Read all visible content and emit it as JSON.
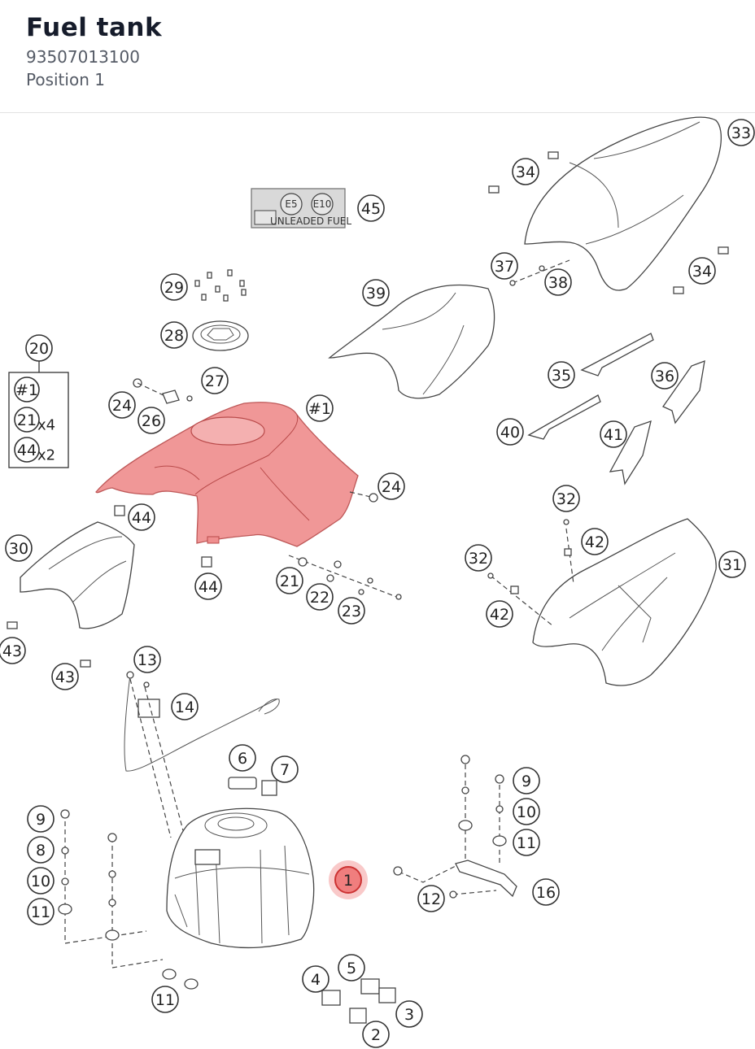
{
  "header": {
    "title": "Fuel tank",
    "part_number": "93507013100",
    "position": "Position 1"
  },
  "label": {
    "e5": "E5",
    "e10": "E10",
    "text": "UNLEADED FUEL"
  },
  "kit": {
    "number": "20",
    "items": [
      {
        "ref": "#1",
        "qty": ""
      },
      {
        "ref": "21",
        "qty": "x4"
      },
      {
        "ref": "44",
        "qty": "x2"
      }
    ]
  },
  "callouts": [
    {
      "id": "c33",
      "text": "33"
    },
    {
      "id": "c34a",
      "text": "34"
    },
    {
      "id": "c45",
      "text": "45"
    },
    {
      "id": "c37",
      "text": "37"
    },
    {
      "id": "c38",
      "text": "38"
    },
    {
      "id": "c34b",
      "text": "34"
    },
    {
      "id": "c29",
      "text": "29"
    },
    {
      "id": "c39",
      "text": "39"
    },
    {
      "id": "c28",
      "text": "28"
    },
    {
      "id": "c35",
      "text": "35"
    },
    {
      "id": "c36",
      "text": "36"
    },
    {
      "id": "c27",
      "text": "27"
    },
    {
      "id": "c24a",
      "text": "24"
    },
    {
      "id": "c26",
      "text": "26"
    },
    {
      "id": "c1a",
      "text": "#1"
    },
    {
      "id": "c40",
      "text": "40"
    },
    {
      "id": "c41",
      "text": "41"
    },
    {
      "id": "c24b",
      "text": "24"
    },
    {
      "id": "c44a",
      "text": "44"
    },
    {
      "id": "c32a",
      "text": "32"
    },
    {
      "id": "c42a",
      "text": "42"
    },
    {
      "id": "c30",
      "text": "30"
    },
    {
      "id": "c32b",
      "text": "32"
    },
    {
      "id": "c31",
      "text": "31"
    },
    {
      "id": "c44b",
      "text": "44"
    },
    {
      "id": "c21",
      "text": "21"
    },
    {
      "id": "c22",
      "text": "22"
    },
    {
      "id": "c23",
      "text": "23"
    },
    {
      "id": "c42b",
      "text": "42"
    },
    {
      "id": "c43a",
      "text": "43"
    },
    {
      "id": "c43b",
      "text": "43"
    },
    {
      "id": "c13",
      "text": "13"
    },
    {
      "id": "c14",
      "text": "14"
    },
    {
      "id": "c6",
      "text": "6"
    },
    {
      "id": "c7",
      "text": "7"
    },
    {
      "id": "c9a",
      "text": "9"
    },
    {
      "id": "c10a",
      "text": "10"
    },
    {
      "id": "c11a",
      "text": "11"
    },
    {
      "id": "c9b",
      "text": "9"
    },
    {
      "id": "c8",
      "text": "8"
    },
    {
      "id": "c10b",
      "text": "10"
    },
    {
      "id": "c11b",
      "text": "11"
    },
    {
      "id": "c1",
      "text": "1"
    },
    {
      "id": "c12",
      "text": "12"
    },
    {
      "id": "c16",
      "text": "16"
    },
    {
      "id": "c5",
      "text": "5"
    },
    {
      "id": "c4",
      "text": "4"
    },
    {
      "id": "c3",
      "text": "3"
    },
    {
      "id": "c11c",
      "text": "11"
    },
    {
      "id": "c2",
      "text": "2"
    }
  ],
  "colors": {
    "highlight": "#ef8f8f",
    "title": "#161c2b",
    "subtitle": "#555b66"
  }
}
